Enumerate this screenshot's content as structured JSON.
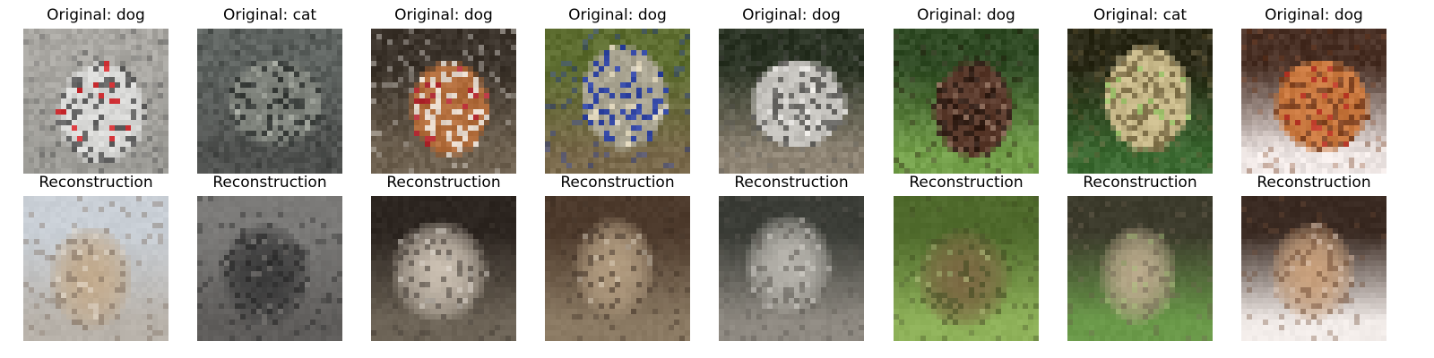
{
  "panels": [
    {
      "original_title": "Original: dog",
      "reconstruction_title": "Reconstruction",
      "original": {
        "sky": "#a9a7a2",
        "ground": "#9b9a95",
        "subject": "#d8d8d6",
        "accent": "#4e4e4e",
        "detail": "#d7262b"
      },
      "reconstruction": {
        "sky": "#c9cfd6",
        "ground": "#b8b2aa",
        "subject": "#c2ab8e",
        "accent": "#7c6a5b",
        "detail": "#efe7dc"
      }
    },
    {
      "original_title": "Original: cat",
      "reconstruction_title": "Reconstruction",
      "original": {
        "sky": "#5e6360",
        "ground": "#4f514f",
        "subject": "#7f837c",
        "accent": "#2e3230",
        "detail": "#a8aca3"
      },
      "reconstruction": {
        "sky": "#7b7a78",
        "ground": "#5f5d5b",
        "subject": "#3c3c3c",
        "accent": "#202020",
        "detail": "#8f8c88"
      }
    },
    {
      "original_title": "Original: dog",
      "reconstruction_title": "Reconstruction",
      "original": {
        "sky": "#3b332b",
        "ground": "#6e6150",
        "subject": "#b26d3c",
        "accent": "#eeeae4",
        "detail": "#b01f2c"
      },
      "reconstruction": {
        "sky": "#2c2520",
        "ground": "#6d6457",
        "subject": "#c7bcae",
        "accent": "#3b342e",
        "detail": "#e6e0d8"
      }
    },
    {
      "original_title": "Original: dog",
      "reconstruction_title": "Reconstruction",
      "original": {
        "sky": "#5d6d30",
        "ground": "#7a6a4c",
        "subject": "#a9a491",
        "accent": "#1e37a9",
        "detail": "#e6dcc1"
      },
      "reconstruction": {
        "sky": "#4d3a2c",
        "ground": "#8b7a63",
        "subject": "#b29c80",
        "accent": "#3b2d23",
        "detail": "#e2d6c3"
      }
    },
    {
      "original_title": "Original: dog",
      "reconstruction_title": "Reconstruction",
      "original": {
        "sky": "#2a3324",
        "ground": "#8f8575",
        "subject": "#c3c1bc",
        "accent": "#5b5a57",
        "detail": "#eae8e4"
      },
      "reconstruction": {
        "sky": "#3a3c36",
        "ground": "#8f8a82",
        "subject": "#b7b4ad",
        "accent": "#5a5650",
        "detail": "#d8d5cf"
      }
    },
    {
      "original_title": "Original: dog",
      "reconstruction_title": "Reconstruction",
      "original": {
        "sky": "#2f4a24",
        "ground": "#74a04b",
        "subject": "#5a3a2c",
        "accent": "#2e1d15",
        "detail": "#8a6a58"
      },
      "reconstruction": {
        "sky": "#4f6a2c",
        "ground": "#8fb25a",
        "subject": "#7b6a43",
        "accent": "#3f4a22",
        "detail": "#c0cf8a"
      }
    },
    {
      "original_title": "Original: cat",
      "reconstruction_title": "Reconstruction",
      "original": {
        "sky": "#2b2a18",
        "ground": "#3c6a32",
        "subject": "#c8b98a",
        "accent": "#7a6b45",
        "detail": "#9cc46a"
      },
      "reconstruction": {
        "sky": "#3c3b2c",
        "ground": "#6b9a4a",
        "subject": "#b8a88a",
        "accent": "#6e6250",
        "detail": "#a9c47c"
      }
    },
    {
      "original_title": "Original: dog",
      "reconstruction_title": "Reconstruction",
      "original": {
        "sky": "#4a3126",
        "ground": "#efe7e5",
        "subject": "#c9783f",
        "accent": "#7a3f20",
        "detail": "#c0392b"
      },
      "reconstruction": {
        "sky": "#3a2a22",
        "ground": "#f2ece9",
        "subject": "#c8a07c",
        "accent": "#6e4a33",
        "detail": "#e6d2c3"
      }
    }
  ]
}
